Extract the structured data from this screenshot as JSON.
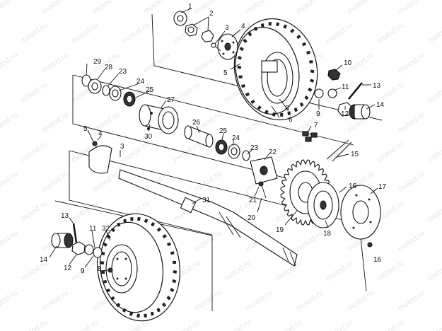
{
  "watermark": "motod.ru",
  "callouts": [
    {
      "id": "c1a",
      "text": "1"
    },
    {
      "id": "c2a",
      "text": "2"
    },
    {
      "id": "c3a",
      "text": "3"
    },
    {
      "id": "c4a",
      "text": "4"
    },
    {
      "id": "c5a",
      "text": "5"
    },
    {
      "id": "c6a",
      "text": "6"
    },
    {
      "id": "c7",
      "text": "7"
    },
    {
      "id": "c8a",
      "text": "8"
    },
    {
      "id": "c9a",
      "text": "9"
    },
    {
      "id": "c10",
      "text": "10"
    },
    {
      "id": "c11a",
      "text": "11"
    },
    {
      "id": "c12a",
      "text": "12"
    },
    {
      "id": "c13a",
      "text": "13"
    },
    {
      "id": "c14a",
      "text": "14"
    },
    {
      "id": "c15",
      "text": "15"
    },
    {
      "id": "c16a",
      "text": "16"
    },
    {
      "id": "c16b",
      "text": "16"
    },
    {
      "id": "c17",
      "text": "17"
    },
    {
      "id": "c18",
      "text": "18"
    },
    {
      "id": "c19",
      "text": "19"
    },
    {
      "id": "c20",
      "text": "20"
    },
    {
      "id": "c21",
      "text": "21"
    },
    {
      "id": "c22",
      "text": "22"
    },
    {
      "id": "c23a",
      "text": "23"
    },
    {
      "id": "c23b",
      "text": "23"
    },
    {
      "id": "c24a",
      "text": "24"
    },
    {
      "id": "c24b",
      "text": "24"
    },
    {
      "id": "c25a",
      "text": "25"
    },
    {
      "id": "c25b",
      "text": "25"
    },
    {
      "id": "c26",
      "text": "26"
    },
    {
      "id": "c27",
      "text": "27"
    },
    {
      "id": "c28",
      "text": "28"
    },
    {
      "id": "c29",
      "text": "29"
    },
    {
      "id": "c30",
      "text": "30"
    },
    {
      "id": "c31",
      "text": "31"
    },
    {
      "id": "c32",
      "text": "32"
    },
    {
      "id": "c3b",
      "text": "3"
    },
    {
      "id": "c4b",
      "text": "4"
    },
    {
      "id": "c5b",
      "text": "5"
    },
    {
      "id": "c8b",
      "text": "8"
    },
    {
      "id": "c9b",
      "text": "9"
    },
    {
      "id": "c11b",
      "text": "11"
    },
    {
      "id": "c12b",
      "text": "12"
    },
    {
      "id": "c13b",
      "text": "13"
    },
    {
      "id": "c14b",
      "text": "14"
    }
  ]
}
